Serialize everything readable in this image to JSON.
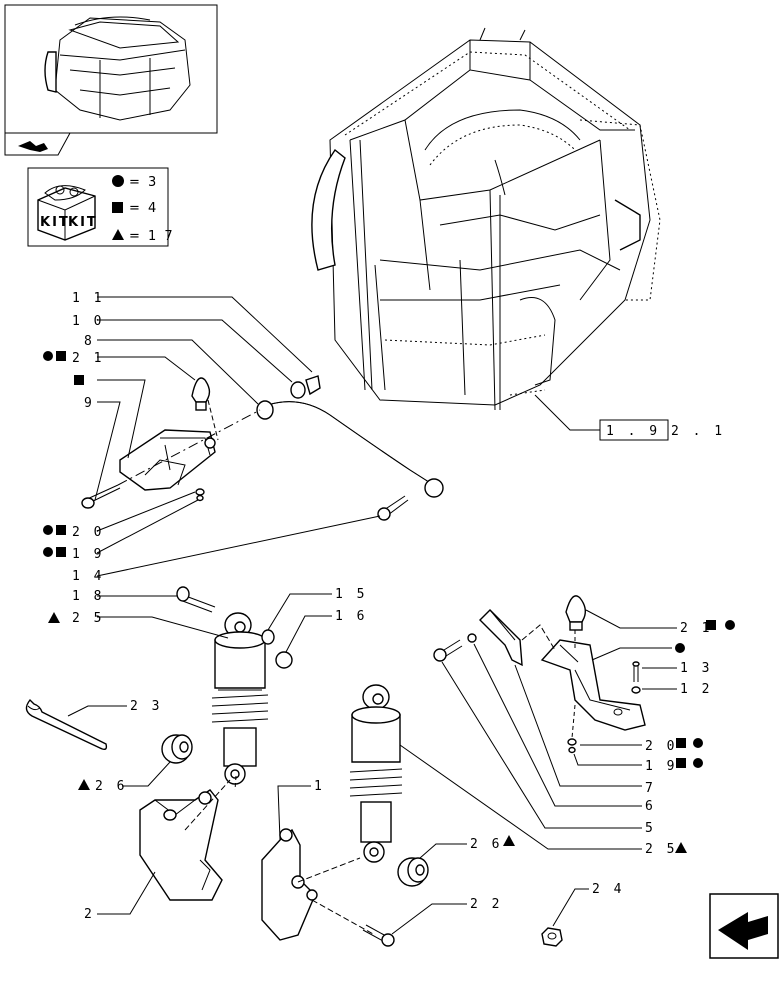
{
  "kit_legend": {
    "badge_a": "KIT",
    "badge_b": "KIT",
    "circle_count": "= 3",
    "square_count": "= 4",
    "triangle_count": "= 1 7"
  },
  "reference_box": "1 . 9 2 . 1",
  "callouts": {
    "c11": "1 1",
    "c10": "1 0",
    "c8": "8",
    "c21a": "2 1",
    "c9": "9",
    "c20a": "2 0",
    "c19a": "1 9",
    "c14": "1 4",
    "c18": "1 8",
    "c15": "1 5",
    "c16": "1 6",
    "c25a": "2 5",
    "c23": "2 3",
    "c26a": "2 6",
    "c1": "1",
    "c2": "2",
    "c26b": "2 6",
    "c22": "2 2",
    "c24": "2 4",
    "c21b": "2 1",
    "c13": "1 3",
    "c12": "1 2",
    "c20b": "2 0",
    "c19b": "1 9",
    "c7": "7",
    "c6": "6",
    "c5": "5",
    "c25b": "2 5"
  },
  "colors": {
    "ink": "#000000",
    "paper": "#ffffff"
  }
}
